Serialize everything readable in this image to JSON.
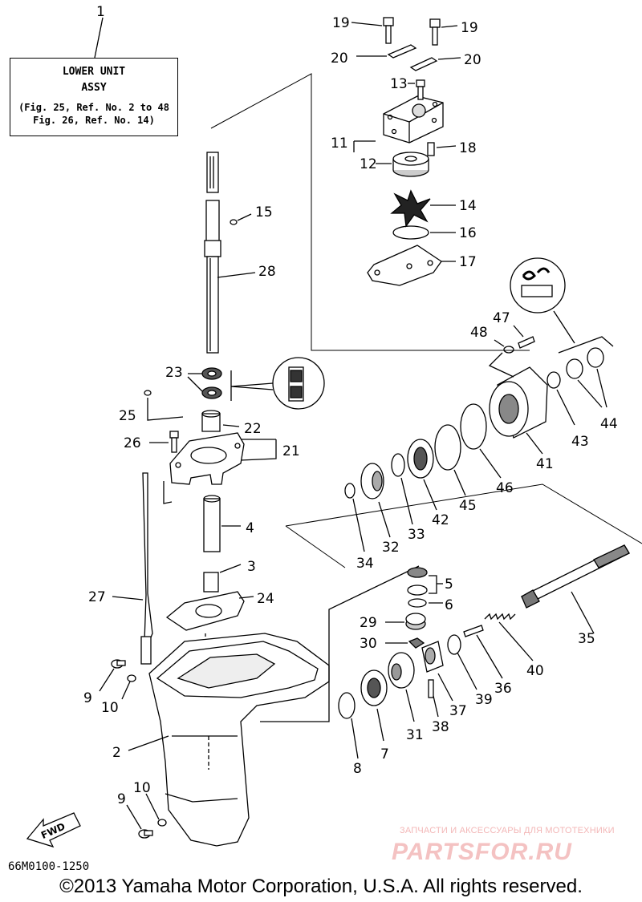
{
  "label_box": {
    "line1": "LOWER UNIT",
    "line2": "ASSY",
    "line3": "(Fig. 25, Ref. No. 2 to 48",
    "line4": "Fig. 26, Ref. No. 14)"
  },
  "callouts": {
    "n1": "1",
    "n2": "2",
    "n3": "3",
    "n4": "4",
    "n5": "5",
    "n6": "6",
    "n7": "7",
    "n8": "8",
    "n9a": "9",
    "n9b": "9",
    "n10a": "10",
    "n10b": "10",
    "n11": "11",
    "n12": "12",
    "n13": "13",
    "n14": "14",
    "n15": "15",
    "n16": "16",
    "n17": "17",
    "n18": "18",
    "n19a": "19",
    "n19b": "19",
    "n20a": "20",
    "n20b": "20",
    "n21": "21",
    "n22": "22",
    "n23": "23",
    "n24": "24",
    "n25": "25",
    "n26": "26",
    "n27": "27",
    "n28": "28",
    "n29": "29",
    "n30": "30",
    "n31": "31",
    "n32": "32",
    "n33": "33",
    "n34": "34",
    "n35": "35",
    "n36": "36",
    "n37": "37",
    "n38": "38",
    "n39": "39",
    "n40": "40",
    "n41": "41",
    "n42": "42",
    "n43": "43",
    "n44": "44",
    "n45": "45",
    "n46": "46",
    "n47": "47",
    "n48": "48"
  },
  "fwd_label": "FWD",
  "part_code": "66M0100-1250",
  "copyright": "©2013 Yamaha Motor Corporation, U.S.A. All rights reserved.",
  "watermark": {
    "small": "ЗАПЧАСТИ И АКСЕССУАРЫ ДЛЯ МОТОТЕХНИКИ",
    "big": "PARTSFOR.RU"
  }
}
